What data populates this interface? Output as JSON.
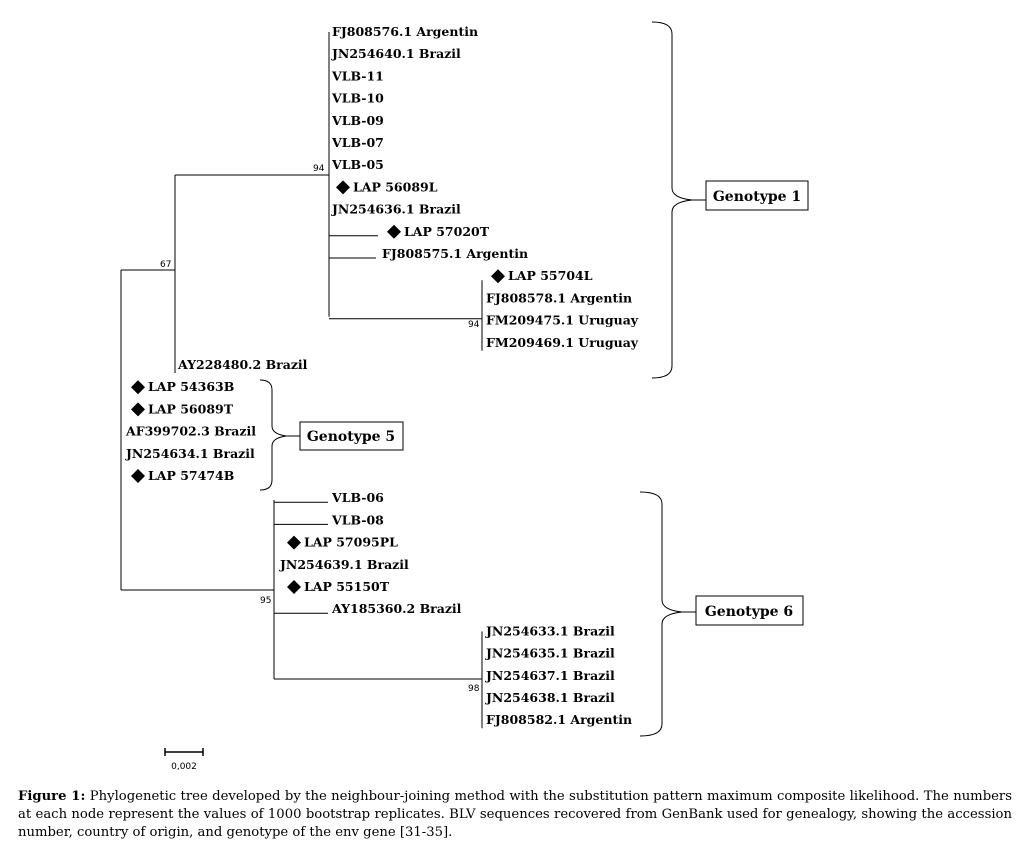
{
  "tree": {
    "leaves": [
      {
        "label": "FJ808576.1 Argentin",
        "marker": false
      },
      {
        "label": "JN254640.1 Brazil",
        "marker": false
      },
      {
        "label": "VLB-11",
        "marker": false
      },
      {
        "label": "VLB-10",
        "marker": false
      },
      {
        "label": "VLB-09",
        "marker": false
      },
      {
        "label": "VLB-07",
        "marker": false
      },
      {
        "label": "VLB-05",
        "marker": false
      },
      {
        "label": "LAP 56089L",
        "marker": true
      },
      {
        "label": "JN254636.1 Brazil",
        "marker": false
      },
      {
        "label": "LAP 57020T",
        "marker": true
      },
      {
        "label": "FJ808575.1 Argentin",
        "marker": false
      },
      {
        "label": "LAP 55704L",
        "marker": true
      },
      {
        "label": "FJ808578.1 Argentin",
        "marker": false
      },
      {
        "label": "FM209475.1 Uruguay",
        "marker": false
      },
      {
        "label": "FM209469.1 Uruguay",
        "marker": false
      },
      {
        "label": "AY228480.2 Brazil",
        "marker": false
      },
      {
        "label": "LAP 54363B",
        "marker": true
      },
      {
        "label": "LAP 56089T",
        "marker": true
      },
      {
        "label": "AF399702.3 Brazil",
        "marker": false
      },
      {
        "label": "JN254634.1 Brazil",
        "marker": false
      },
      {
        "label": "LAP 57474B",
        "marker": true
      },
      {
        "label": "VLB-06",
        "marker": false
      },
      {
        "label": "VLB-08",
        "marker": false
      },
      {
        "label": "LAP 57095PL",
        "marker": true
      },
      {
        "label": "JN254639.1 Brazil",
        "marker": false
      },
      {
        "label": "LAP 55150T",
        "marker": true
      },
      {
        "label": "AY185360.2 Brazil",
        "marker": false
      },
      {
        "label": "JN254633.1 Brazil",
        "marker": false
      },
      {
        "label": "JN254635.1 Brazil",
        "marker": false
      },
      {
        "label": "JN254637.1 Brazil",
        "marker": false
      },
      {
        "label": "JN254638.1 Brazil",
        "marker": false
      },
      {
        "label": "FJ808582.1 Argentin",
        "marker": false
      }
    ],
    "bootstrap": [
      "94",
      "67",
      "94",
      "95",
      "98"
    ],
    "genotypes": [
      "Genotype 1",
      "Genotype 5",
      "Genotype 6"
    ],
    "scale_label": "0,002"
  },
  "caption": {
    "label": "Figure 1:",
    "text": " Phylogenetic tree developed by the neighbour-joining method with the substitution pattern maximum composite likelihood. The numbers at each node represent the values of 1000 bootstrap replicates. BLV sequences recovered from GenBank used for genealogy, showing the accession number, country of origin, and genotype of the env gene [31-35]."
  }
}
